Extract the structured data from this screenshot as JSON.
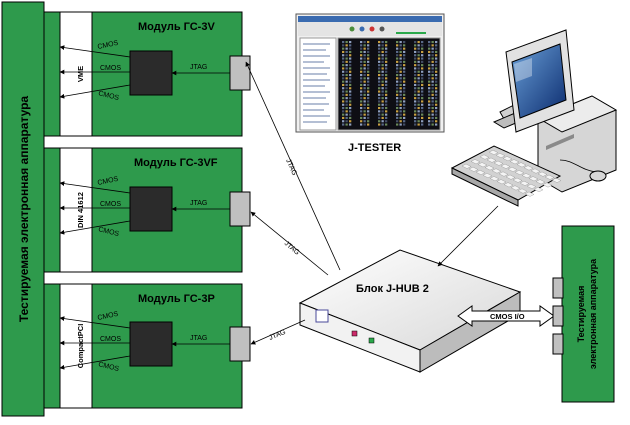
{
  "left_equipment_label": "Тестируемая электронная аппаратура",
  "right_equipment_label_line1": "Тестируемая",
  "right_equipment_label_line2": "электронная аппаратура",
  "modules": [
    {
      "title": "Модуль ГС-3V",
      "bus": "VME",
      "cmos": [
        "CMOS",
        "CMOS",
        "CMOS"
      ],
      "jtag": "JTAG",
      "link_jtag": "JTAG"
    },
    {
      "title": "Модуль ГС-3VF",
      "bus": "DIN 41612",
      "cmos": [
        "CMOS",
        "CMOS",
        "CMOS"
      ],
      "jtag": "JTAG",
      "link_jtag": "JTAG"
    },
    {
      "title": "Модуль ГС-3P",
      "bus": "CompactPCI",
      "cmos": [
        "CMOS",
        "CMOS",
        "CMOS"
      ],
      "jtag": "JTAG",
      "link_jtag": "JTAG"
    }
  ],
  "hub_label": "Блок J-HUB 2",
  "cmos_io_label": "CMOS I/O",
  "tester_label": "J-TESTER",
  "colors": {
    "board": "#2e9a4c",
    "board_stroke": "#000000",
    "chip": "#2b2b2b",
    "connector": "#c0c0c0"
  }
}
